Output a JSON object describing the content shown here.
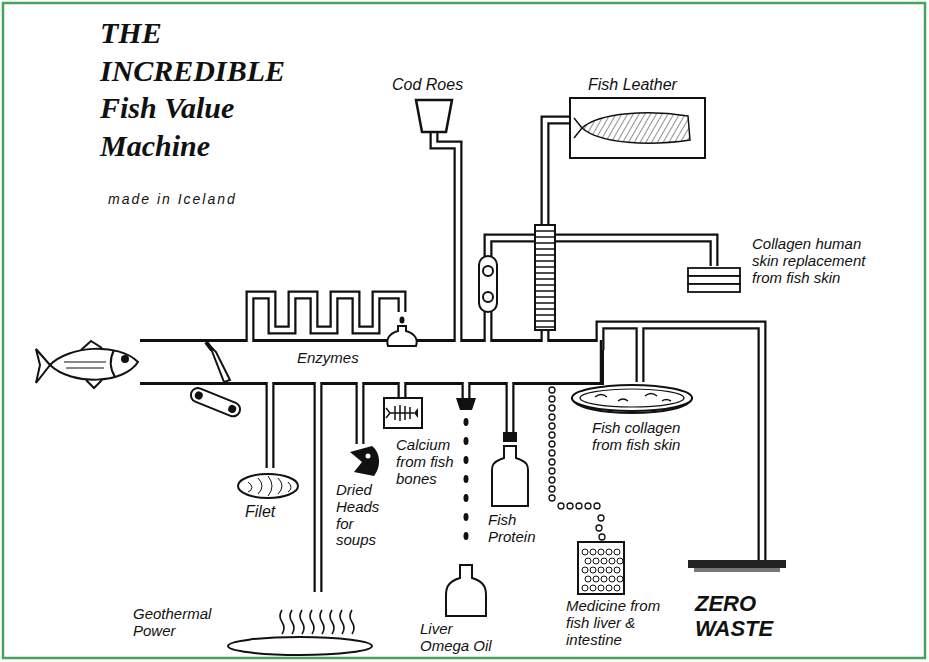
{
  "diagram": {
    "title": "THE INCREDIBLE Fish Value Machine",
    "labels": [
      "made in Iceland",
      "Cod Roes",
      "Fish Leather",
      "Collagen human skin replacement from fish skin",
      "Enzymes",
      "Fish collagen from fish skin",
      "Filet",
      "Dried Heads for soups",
      "Calcium from fish bones",
      "Fish Protein",
      "Medicine from fish liver & intestine",
      "ZERO WASTE",
      "Geothermal Power",
      "Liver Omega Oil"
    ]
  }
}
